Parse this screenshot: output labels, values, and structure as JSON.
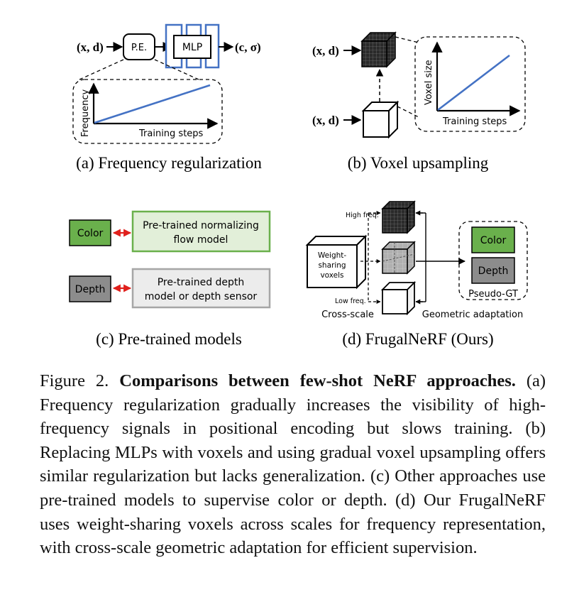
{
  "panel_a": {
    "input_label": "(x, d)",
    "pe_label": "P.E.",
    "mlp_label": "MLP",
    "output_label": "(c, σ)",
    "y_axis": "Frequency",
    "x_axis": "Training steps",
    "caption": "(a) Frequency regularization"
  },
  "panel_b": {
    "input_top": "(x, d)",
    "input_bottom": "(x, d)",
    "y_axis": "Voxel size",
    "x_axis": "Training steps",
    "caption": "(b) Voxel upsampling"
  },
  "panel_c": {
    "color_label": "Color",
    "flow_line1": "Pre-trained normalizing",
    "flow_line2": "flow model",
    "depth_label": "Depth",
    "depth_line1": "Pre-trained depth",
    "depth_line2": "model or depth sensor",
    "caption": "(c) Pre-trained models"
  },
  "panel_d": {
    "high_freq": "High freq.",
    "low_freq": "Low freq.",
    "voxel_line1": "Weight-",
    "voxel_line2": "sharing",
    "voxel_line3": "voxels",
    "color_label": "Color",
    "depth_label": "Depth",
    "pseudo_gt": "Pseudo-GT",
    "cross_scale": "Cross-scale",
    "geometric": "Geometric adaptation",
    "caption": "(d) FrugalNeRF (Ours)"
  },
  "caption": {
    "label": "Figure 2.",
    "title": "Comparisons between few-shot NeRF approaches.",
    "body": "(a) Frequency regularization gradually increases the visibility of high-frequency signals in positional encoding but slows training. (b) Replacing MLPs with voxels and using gradual voxel upsampling offers similar regularization but lacks generalization. (c) Other approaches use pre-trained models to supervise color or depth. (d) Our FrugalNeRF uses weight-sharing voxels across scales for frequency representation, with cross-scale geometric adaptation for efficient supervision."
  }
}
